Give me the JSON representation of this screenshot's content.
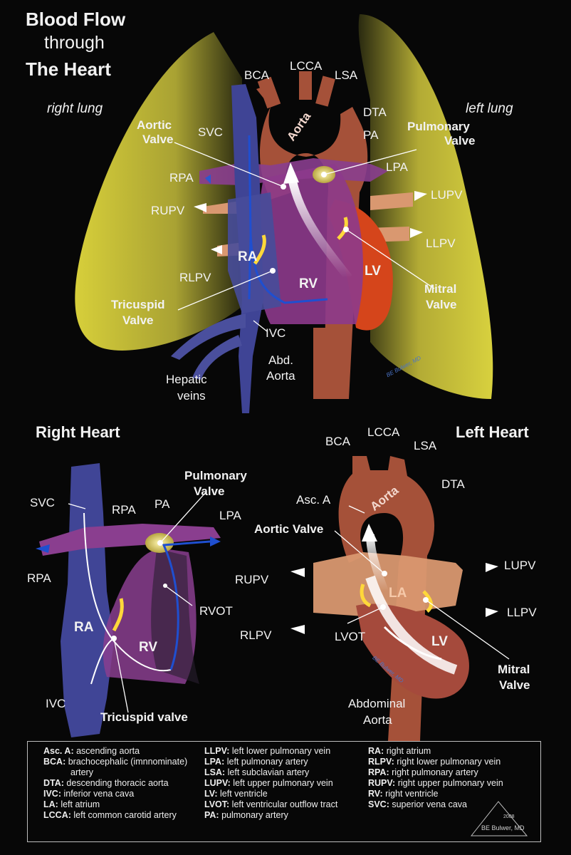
{
  "title": {
    "line1": "Blood Flow",
    "line2": "through",
    "line3": "The Heart"
  },
  "top_labels": {
    "right_lung": "right lung",
    "left_lung": "left lung",
    "bca": "BCA",
    "lcca": "LCCA",
    "lsa": "LSA",
    "dta": "DTA",
    "pa": "PA",
    "aorta": "Aorta",
    "svc": "SVC",
    "aortic_valve": [
      "Aortic",
      "Valve"
    ],
    "pulmonary_valve": [
      "Pulmonary",
      "Valve"
    ],
    "rpa": "RPA",
    "lpa": "LPA",
    "rupv": "RUPV",
    "lupv": "LUPV",
    "llpv": "LLPV",
    "rlpv": "RLPV",
    "ra": "RA",
    "rv": "RV",
    "lv": "LV",
    "mitral_valve": [
      "Mitral",
      "Valve"
    ],
    "tricuspid_valve": [
      "Tricuspid",
      "Valve"
    ],
    "ivc": "IVC",
    "hepatic_veins": [
      "Hepatic",
      "veins"
    ],
    "abd_aorta": [
      "Abd.",
      "Aorta"
    ]
  },
  "right_heart": {
    "heading": "Right Heart",
    "svc": "SVC",
    "rpa_top": "RPA",
    "pa": "PA",
    "pulmonary_valve": [
      "Pulmonary",
      "Valve"
    ],
    "lpa": "LPA",
    "rpa_left": "RPA",
    "rvot": "RVOT",
    "ra": "RA",
    "rv": "RV",
    "ivc": "IVC",
    "tricuspid_valve": "Tricuspid valve"
  },
  "left_heart": {
    "heading": "Left Heart",
    "bca": "BCA",
    "lcca": "LCCA",
    "lsa": "LSA",
    "dta": "DTA",
    "asc_a": "Asc. A",
    "aorta": "Aorta",
    "aortic_valve": "Aortic Valve",
    "rupv": "RUPV",
    "lupv": "LUPV",
    "la": "LA",
    "llpv": "LLPV",
    "rlpv": "RLPV",
    "lvot": "LVOT",
    "lv": "LV",
    "mitral_valve": [
      "Mitral",
      "Valve"
    ],
    "abdominal_aorta": [
      "Abdominal",
      "Aorta"
    ]
  },
  "legend": {
    "col1": [
      {
        "abbr": "Asc. A:",
        "text": "ascending aorta"
      },
      {
        "abbr": "BCA:",
        "text": "brachocephalic (imnnominate)"
      },
      {
        "abbr": "",
        "text": "artery"
      },
      {
        "abbr": "DTA:",
        "text": "descending thoracic aorta"
      },
      {
        "abbr": "IVC:",
        "text": "inferior vena cava"
      },
      {
        "abbr": "LA:",
        "text": "left atrium"
      },
      {
        "abbr": "LCCA:",
        "text": "left common carotid artery"
      }
    ],
    "col2": [
      {
        "abbr": "LLPV:",
        "text": "left lower pulmonary vein"
      },
      {
        "abbr": "LPA:",
        "text": "left pulmonary artery"
      },
      {
        "abbr": "LSA:",
        "text": "left subclavian artery"
      },
      {
        "abbr": "LUPV:",
        "text": "left upper pulmonary vein"
      },
      {
        "abbr": "LV:",
        "text": "left ventricle"
      },
      {
        "abbr": "LVOT:",
        "text": "left ventricular outflow tract"
      },
      {
        "abbr": "PA:",
        "text": "pulmonary artery"
      }
    ],
    "col3": [
      {
        "abbr": "RA:",
        "text": "right atrium"
      },
      {
        "abbr": "RLPV:",
        "text": "right lower pulmonary vein"
      },
      {
        "abbr": "RPA:",
        "text": "right pulmonary artery"
      },
      {
        "abbr": "RUPV:",
        "text": "right upper pulmonary vein"
      },
      {
        "abbr": "RV:",
        "text": "right ventricle"
      },
      {
        "abbr": "SVC:",
        "text": "superior vena cava"
      }
    ],
    "signature": "BE Bulwer, MD",
    "year": "2008"
  },
  "signature_top": "BE Bulwer, MD",
  "signature_mid": "BE Bulwer, MD",
  "colors": {
    "background": "#070707",
    "lung": "#cbc43a",
    "aorta": "#b25a43",
    "vein": "#4b4f98",
    "pulmonary_artery": "#8c4c90",
    "pulmonary_vein": "#e0a07a",
    "valve": "#e6d45a",
    "left_ventricle": "#d94a1d",
    "flow_arrow": "#ffffff",
    "blue_arrow": "#1f55c8"
  }
}
